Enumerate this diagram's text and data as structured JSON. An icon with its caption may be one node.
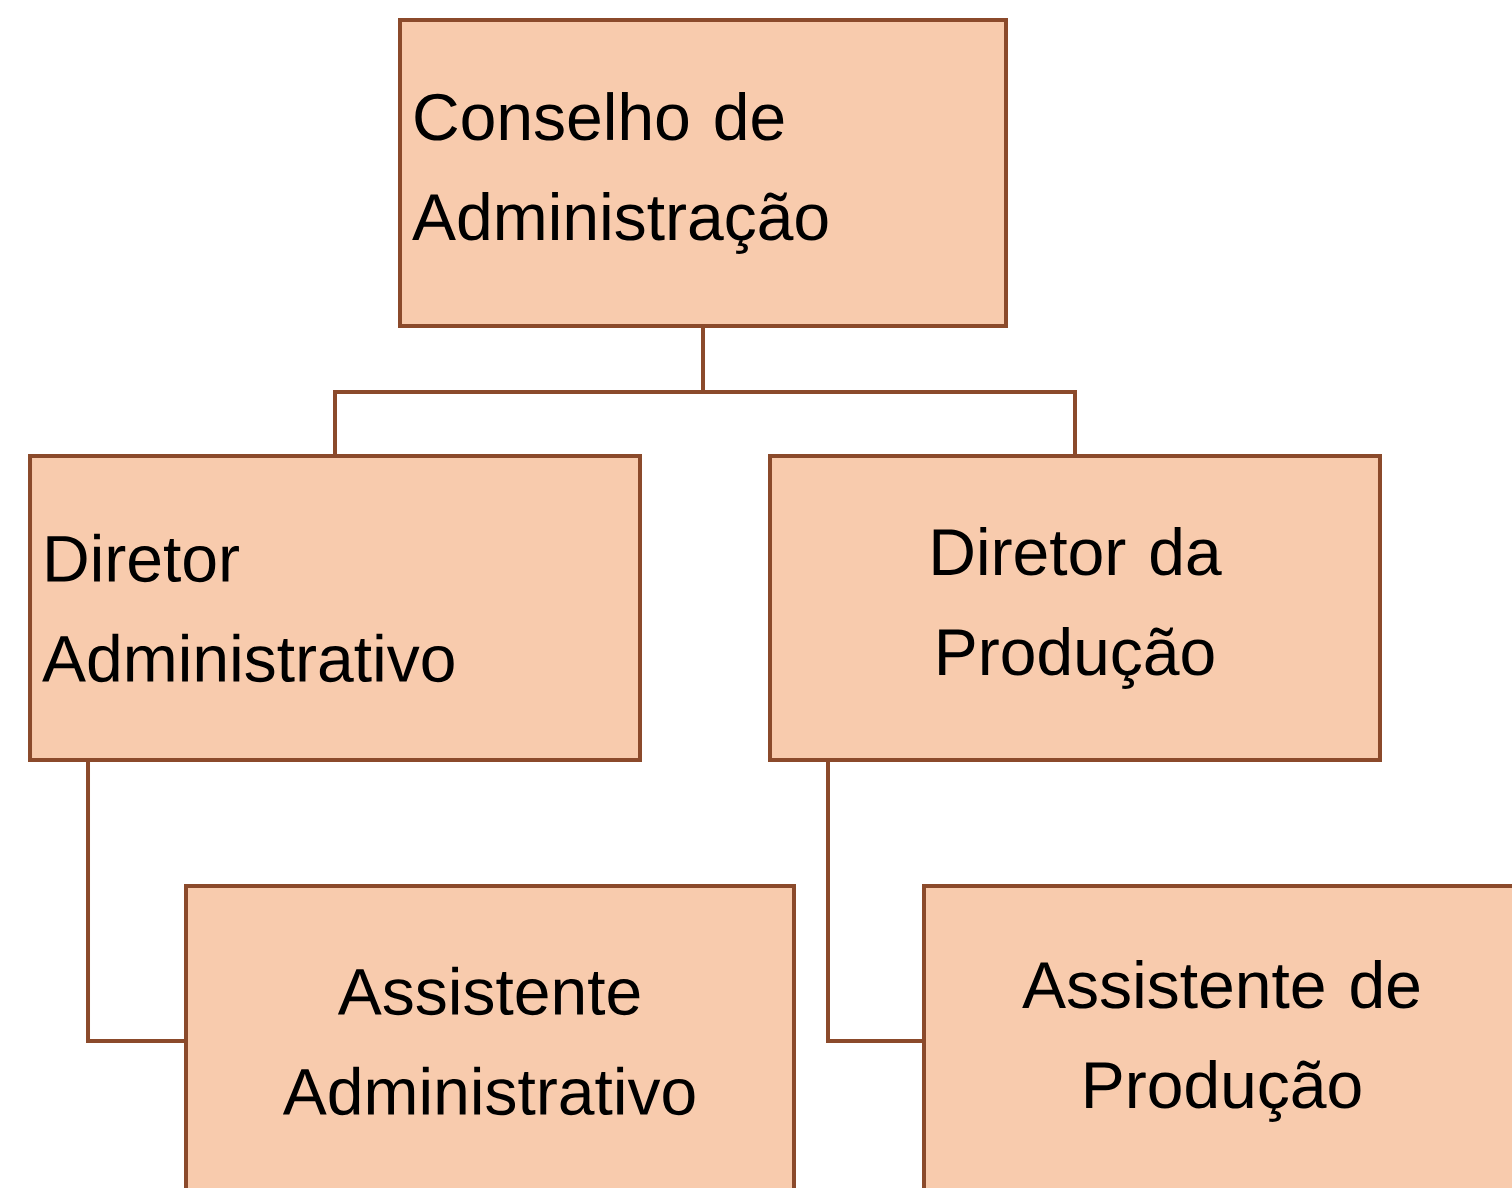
{
  "diagram": {
    "nodes": [
      {
        "text": [
          "Conselho de Administração"
        ]
      },
      {
        "text": [
          "Diretor Administrativo"
        ]
      },
      {
        "text": [
          "Diretor da Produção"
        ]
      },
      {
        "text": [
          "Assistente Administrativo"
        ]
      },
      {
        "text": [
          "Assistente de Produção"
        ]
      }
    ],
    "edges": [
      {
        "from": 0,
        "to": 1,
        "arrow": "none"
      },
      {
        "from": 0,
        "to": 2,
        "arrow": "none"
      },
      {
        "from": 1,
        "to": 3,
        "arrow": "none"
      },
      {
        "from": 2,
        "to": 4,
        "arrow": "none"
      }
    ]
  }
}
